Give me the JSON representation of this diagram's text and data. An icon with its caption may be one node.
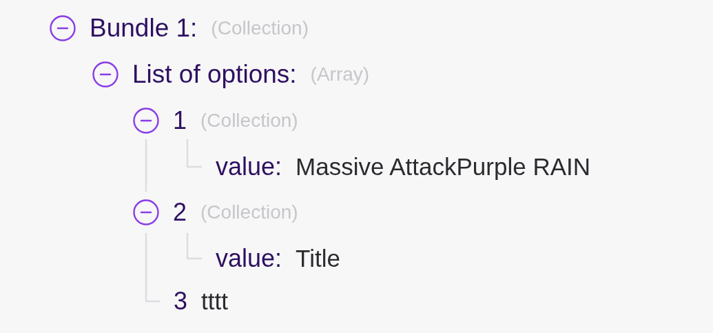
{
  "diagram": {
    "nodes": [
      {
        "text": [
          "Bundle 1:",
          "(Collection)"
        ]
      },
      {
        "text": [
          "List of options:",
          "(Array)"
        ]
      },
      {
        "text": [
          "1",
          "(Collection)"
        ]
      },
      {
        "text": [
          "value:",
          "Massive AttackPurple RAIN"
        ]
      },
      {
        "text": [
          "2",
          "(Collection)"
        ]
      },
      {
        "text": [
          "value:",
          "Title"
        ]
      },
      {
        "text": [
          "3",
          "tttt"
        ]
      }
    ],
    "edges": [
      {
        "from": 2,
        "to": 3,
        "arrow": "none"
      },
      {
        "from": 2,
        "to": 4,
        "arrow": "none"
      },
      {
        "from": 4,
        "to": 5,
        "arrow": "none"
      },
      {
        "from": 4,
        "to": 6,
        "arrow": "none"
      }
    ]
  }
}
